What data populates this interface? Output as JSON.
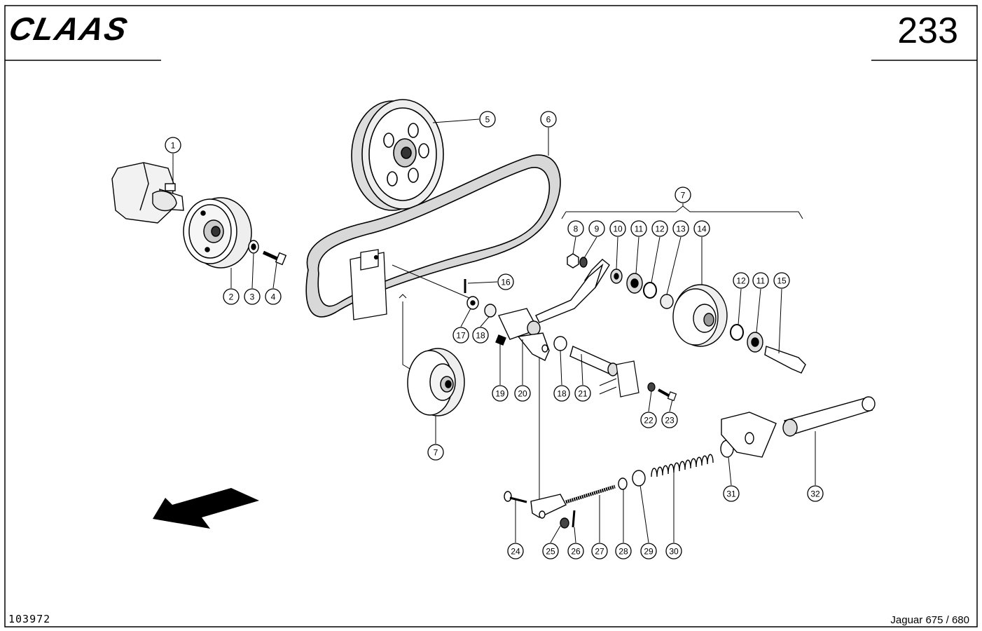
{
  "header": {
    "brand": "CLAAS",
    "page_number": "233"
  },
  "footer": {
    "doc_id": "103972",
    "model": "Jaguar 675 / 680"
  },
  "parts": [
    {
      "id": "c1",
      "label": "1"
    },
    {
      "id": "c2",
      "label": "2"
    },
    {
      "id": "c3",
      "label": "3"
    },
    {
      "id": "c4",
      "label": "4"
    },
    {
      "id": "c5",
      "label": "5"
    },
    {
      "id": "c6",
      "label": "6"
    },
    {
      "id": "c7a",
      "label": "7"
    },
    {
      "id": "c7b",
      "label": "7"
    },
    {
      "id": "c8",
      "label": "8"
    },
    {
      "id": "c9",
      "label": "9"
    },
    {
      "id": "c10",
      "label": "10"
    },
    {
      "id": "c11a",
      "label": "11"
    },
    {
      "id": "c12a",
      "label": "12"
    },
    {
      "id": "c13",
      "label": "13"
    },
    {
      "id": "c14",
      "label": "14"
    },
    {
      "id": "c12b",
      "label": "12"
    },
    {
      "id": "c11b",
      "label": "11"
    },
    {
      "id": "c15",
      "label": "15"
    },
    {
      "id": "c16",
      "label": "16"
    },
    {
      "id": "c17",
      "label": "17"
    },
    {
      "id": "c18a",
      "label": "18"
    },
    {
      "id": "c19",
      "label": "19"
    },
    {
      "id": "c20",
      "label": "20"
    },
    {
      "id": "c18b",
      "label": "18"
    },
    {
      "id": "c21",
      "label": "21"
    },
    {
      "id": "c22",
      "label": "22"
    },
    {
      "id": "c23",
      "label": "23"
    },
    {
      "id": "c24",
      "label": "24"
    },
    {
      "id": "c25",
      "label": "25"
    },
    {
      "id": "c26",
      "label": "26"
    },
    {
      "id": "c27",
      "label": "27"
    },
    {
      "id": "c28",
      "label": "28"
    },
    {
      "id": "c29",
      "label": "29"
    },
    {
      "id": "c30",
      "label": "30"
    },
    {
      "id": "c31",
      "label": "31"
    },
    {
      "id": "c32",
      "label": "32"
    }
  ]
}
